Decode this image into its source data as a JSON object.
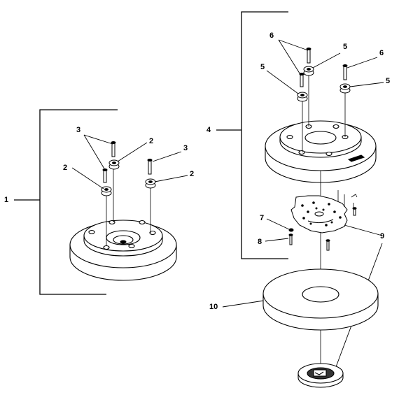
{
  "callouts": {
    "c1": "1",
    "c2a": "2",
    "c2b": "2",
    "c2c": "2",
    "c3a": "3",
    "c3b": "3",
    "c4": "4",
    "c5a": "5",
    "c5b": "5",
    "c5c": "5",
    "c6a": "6",
    "c6b": "6",
    "c7": "7",
    "c8": "8",
    "c9": "9",
    "c10": "10"
  },
  "colors": {
    "line": "#000000",
    "part_fill": "#ffffff",
    "background": "#ffffff"
  }
}
